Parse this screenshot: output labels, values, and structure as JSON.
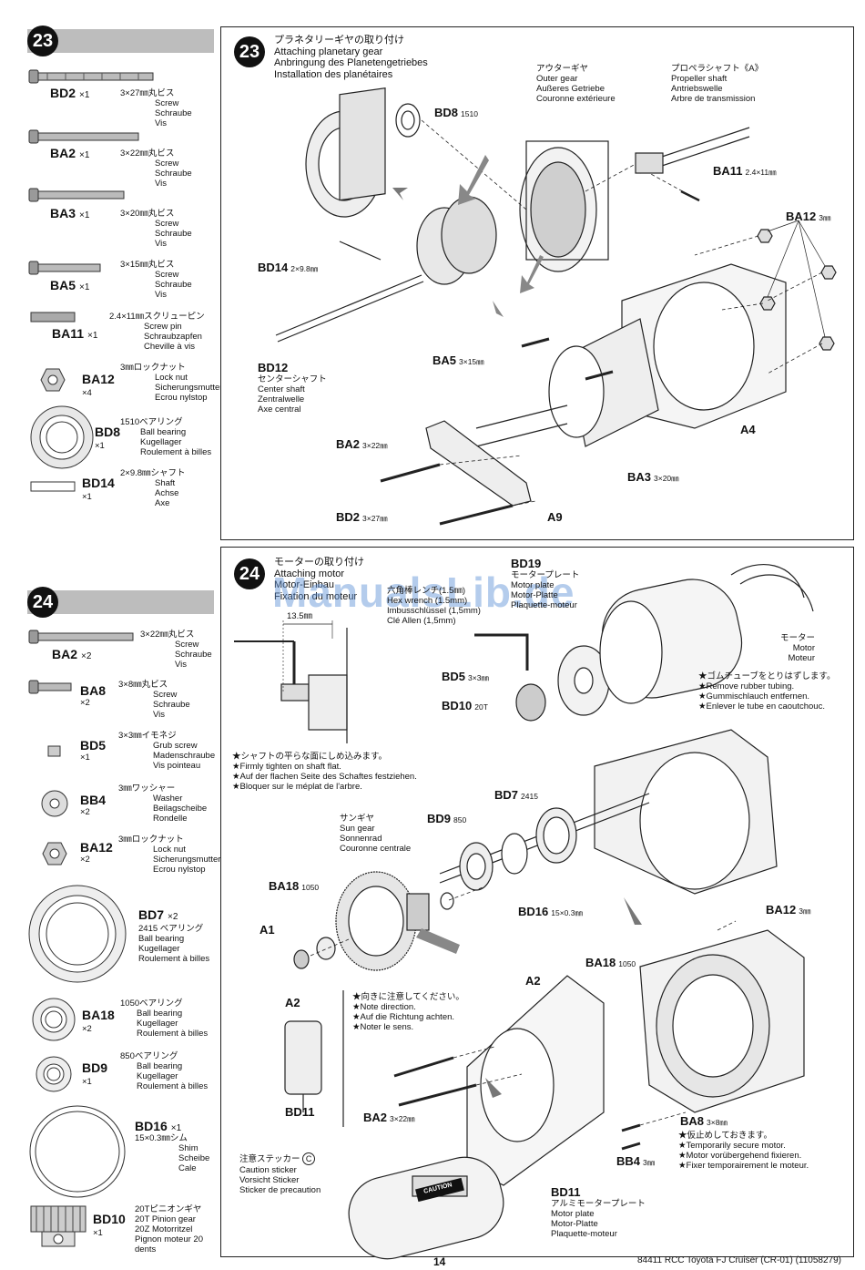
{
  "step23": {
    "number": "23",
    "parts": [
      {
        "code": "BD2",
        "qty": "×1",
        "size": "3×27㎜丸ビス",
        "names": [
          "Screw",
          "Schraube",
          "Vis"
        ]
      },
      {
        "code": "BA2",
        "qty": "×1",
        "size": "3×22㎜丸ビス",
        "names": [
          "Screw",
          "Schraube",
          "Vis"
        ]
      },
      {
        "code": "BA3",
        "qty": "×1",
        "size": "3×20㎜丸ビス",
        "names": [
          "Screw",
          "Schraube",
          "Vis"
        ]
      },
      {
        "code": "BA5",
        "qty": "×1",
        "size": "3×15㎜丸ビス",
        "names": [
          "Screw",
          "Schraube",
          "Vis"
        ]
      },
      {
        "code": "BA11",
        "qty": "×1",
        "size": "2.4×11㎜スクリューピン",
        "names": [
          "Screw pin",
          "Schraubzapfen",
          "Cheville à vis"
        ]
      },
      {
        "code": "BA12",
        "qty": "×4",
        "size": "3㎜ロックナット",
        "names": [
          "Lock nut",
          "Sicherungsmutter",
          "Ecrou nylstop"
        ]
      },
      {
        "code": "BD8",
        "qty": "×1",
        "size": "1510ベアリング",
        "names": [
          "Ball bearing",
          "Kugellager",
          "Roulement à billes"
        ]
      },
      {
        "code": "BD14",
        "qty": "×1",
        "size": "2×9.8㎜シャフト",
        "names": [
          "Shaft",
          "Achse",
          "Axe"
        ]
      }
    ],
    "title": {
      "jp": "プラネタリーギヤの取り付け",
      "en": "Attaching planetary gear",
      "de": "Anbringung des Planetengetriebes",
      "fr": "Installation des planétaires"
    },
    "callouts": {
      "outer_gear": [
        "アウターギヤ",
        "Outer gear",
        "Außeres Getriebe",
        "Couronne extérieure"
      ],
      "prop_shaft": [
        "プロペラシャフト《A》",
        "Propeller shaft",
        "Antriebswelle",
        "Arbre de transmission"
      ],
      "center_shaft": [
        "BD12",
        "センターシャフト",
        "Center shaft",
        "Zentralwelle",
        "Axe central"
      ],
      "bd8": "BD8",
      "bd8_size": "1510",
      "ba11": "BA11",
      "ba11_size": "2.4×11㎜",
      "ba12": "BA12",
      "ba12_size": "3㎜",
      "bd14": "BD14",
      "bd14_size": "2×9.8㎜",
      "ba5": "BA5",
      "ba5_size": "3×15㎜",
      "a4": "A4",
      "ba2": "BA2",
      "ba2_size": "3×22㎜",
      "ba3": "BA3",
      "ba3_size": "3×20㎜",
      "bd2": "BD2",
      "bd2_size": "3×27㎜",
      "a9": "A9"
    }
  },
  "step24": {
    "number": "24",
    "parts": [
      {
        "code": "BA2",
        "qty": "×2",
        "size": "3×22㎜丸ビス",
        "names": [
          "Screw",
          "Schraube",
          "Vis"
        ]
      },
      {
        "code": "BA8",
        "qty": "×2",
        "size": "3×8㎜丸ビス",
        "names": [
          "Screw",
          "Schraube",
          "Vis"
        ]
      },
      {
        "code": "BD5",
        "qty": "×1",
        "size": "3×3㎜イモネジ",
        "names": [
          "Grub screw",
          "Madenschraube",
          "Vis pointeau"
        ]
      },
      {
        "code": "BB4",
        "qty": "×2",
        "size": "3㎜ワッシャー",
        "names": [
          "Washer",
          "Beilagscheibe",
          "Rondelle"
        ]
      },
      {
        "code": "BA12",
        "qty": "×2",
        "size": "3㎜ロックナット",
        "names": [
          "Lock nut",
          "Sicherungsmutter",
          "Ecrou nylstop"
        ]
      },
      {
        "code": "BD7",
        "qty": "×2",
        "size": "2415 ベアリング",
        "names": [
          "Ball bearing",
          "Kugellager",
          "Roulement à billes"
        ]
      },
      {
        "code": "BA18",
        "qty": "×2",
        "size": "1050ベアリング",
        "names": [
          "Ball bearing",
          "Kugellager",
          "Roulement à billes"
        ]
      },
      {
        "code": "BD9",
        "qty": "×1",
        "size": "850ベアリング",
        "names": [
          "Ball bearing",
          "Kugellager",
          "Roulement à billes"
        ]
      },
      {
        "code": "BD16",
        "qty": "×1",
        "size": "15×0.3㎜シム",
        "names": [
          "Shim",
          "Scheibe",
          "Cale"
        ]
      },
      {
        "code": "BD10",
        "qty": "×1",
        "size": "20Tピニオンギヤ",
        "names": [
          "20T Pinion gear",
          "20Z Motorritzel",
          "Pignon moteur 20 dents"
        ]
      }
    ],
    "title": {
      "jp": "モーターの取り付け",
      "en": "Attaching motor",
      "de": "Motor-Einbau",
      "fr": "Fixation du moteur"
    },
    "dimension": "13.5㎜",
    "hex_wrench": [
      "六角棒レンチ(1.5㎜)",
      "Hex wrench (1.5mm)",
      "Imbusschlüssel (1,5mm)",
      "Clé Allen (1,5mm)"
    ],
    "bd19": [
      "BD19",
      "モータープレート",
      "Motor plate",
      "Motor-Platte",
      "Plaquette-moteur"
    ],
    "motor": [
      "モーター",
      "Motor",
      "Moteur"
    ],
    "rubber_note": [
      "★ゴムチューブをとりはずします。",
      "★Remove rubber tubing.",
      "★Gummischlauch entfernen.",
      "★Enlever le tube en caoutchouc."
    ],
    "shaft_note": [
      "★シャフトの平らな面にしめ込みます。",
      "★Firmly tighten on shaft flat.",
      "★Auf der flachen Seite des Schaftes festziehen.",
      "★Bloquer sur le méplat de l'arbre."
    ],
    "sun_gear": [
      "サンギヤ",
      "Sun gear",
      "Sonnenrad",
      "Couronne centrale"
    ],
    "direction_note": [
      "★向きに注意してください。",
      "★Note direction.",
      "★Auf die Richtung achten.",
      "★Noter le sens."
    ],
    "temp_note": [
      "★仮止めしておきます。",
      "★Temporarily secure motor.",
      "★Motor vorübergehend fixieren.",
      "★Fixer temporairement le moteur."
    ],
    "caution_sticker": [
      "注意ステッカー",
      "Caution sticker",
      "Vorsicht Sticker",
      "Sticker de precaution"
    ],
    "sticker_code": "C",
    "bd11": [
      "BD11",
      "アルミモータープレート",
      "Motor plate",
      "Motor-Platte",
      "Plaquette-moteur"
    ],
    "labels": {
      "bd5": "BD5",
      "bd5_size": "3×3㎜",
      "bd10": "BD10",
      "bd10_size": "20T",
      "bd7": "BD7",
      "bd7_size": "2415",
      "bd9": "BD9",
      "bd9_size": "850",
      "bd16": "BD16",
      "bd16_size": "15×0.3㎜",
      "ba18a": "BA18",
      "ba18a_size": "1050",
      "ba18b": "BA18",
      "ba18b_size": "1050",
      "a1": "A1",
      "a2a": "A2",
      "a2b": "A2",
      "bd11s": "BD11",
      "ba12": "BA12",
      "ba12_size": "3㎜",
      "ba2": "BA2",
      "ba2_size": "3×22㎜",
      "ba8": "BA8",
      "ba8_size": "3×8㎜",
      "bb4": "BB4",
      "bb4_size": "3㎜",
      "caution_text": "CAUTION"
    }
  },
  "watermark": "ManualsLib.de",
  "footer": {
    "page_number": "14",
    "product": "84411 RCC Toyota FJ Cruiser (CR-01) (11058279)"
  }
}
